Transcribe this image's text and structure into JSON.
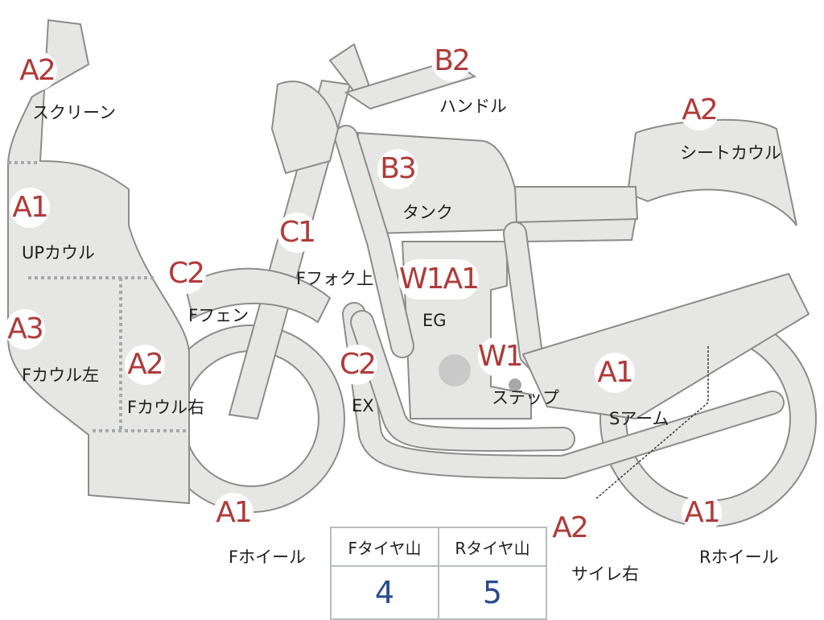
{
  "parts": [
    {
      "id": "screen",
      "grade": "A2",
      "name": "スクリーン"
    },
    {
      "id": "handle",
      "grade": "B2",
      "name": "ハンドル"
    },
    {
      "id": "seat-cowl",
      "grade": "A2",
      "name": "シートカウル"
    },
    {
      "id": "tank",
      "grade": "B3",
      "name": "タンク"
    },
    {
      "id": "up-cowl",
      "grade": "A1",
      "name": "UPカウル"
    },
    {
      "id": "f-fork",
      "grade": "C1",
      "name": "Fフォク上"
    },
    {
      "id": "f-fender",
      "grade": "C2",
      "name": "Fフェン"
    },
    {
      "id": "eg",
      "grade": "W1A1",
      "name": "EG"
    },
    {
      "id": "f-cowl-left",
      "grade": "A3",
      "name": "Fカウル左"
    },
    {
      "id": "f-cowl-right",
      "grade": "A2",
      "name": "Fカウル右"
    },
    {
      "id": "ex",
      "grade": "C2",
      "name": "EX"
    },
    {
      "id": "step",
      "grade": "W1",
      "name": "ステップ"
    },
    {
      "id": "s-arm",
      "grade": "A1",
      "name": "Sアーム"
    },
    {
      "id": "f-wheel",
      "grade": "A1",
      "name": "Fホイール"
    },
    {
      "id": "muffler-right",
      "grade": "A2",
      "name": "サイレ右"
    },
    {
      "id": "r-wheel",
      "grade": "A1",
      "name": "Rホイール"
    }
  ],
  "tire_table": {
    "headers": [
      "Fタイヤ山",
      "Rタイヤ山"
    ],
    "values": [
      "4",
      "5"
    ]
  },
  "colors": {
    "grade": "#b03a3a",
    "part_fill": "#e6e6e4",
    "outline": "#8c8c8c",
    "tire_value": "#2a4a8e"
  }
}
